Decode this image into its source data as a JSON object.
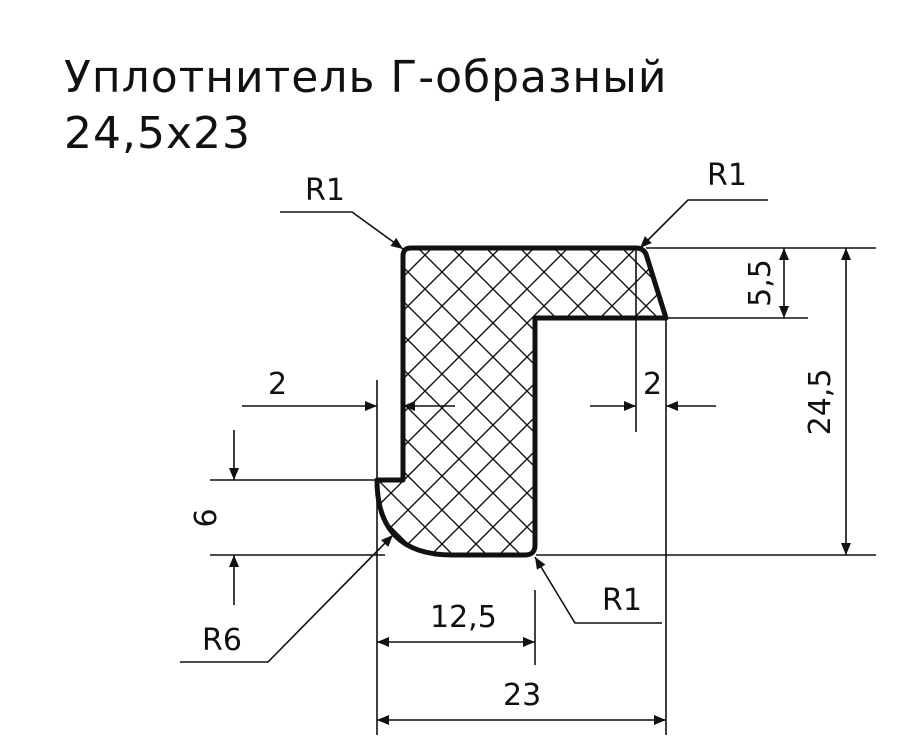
{
  "title": {
    "line1": "Уплотнитель Г-образный",
    "line2": "24,5x23"
  },
  "labels": {
    "r1_top_left": "R1",
    "r1_top_right": "R1",
    "r1_bottom": "R1",
    "r6": "R6",
    "dim_2_left": "2",
    "dim_2_right": "2",
    "dim_6": "6",
    "dim_5_5": "5,5",
    "dim_24_5": "24,5",
    "dim_12_5": "12,5",
    "dim_23": "23"
  },
  "colors": {
    "line": "#111111",
    "background": "#ffffff"
  }
}
